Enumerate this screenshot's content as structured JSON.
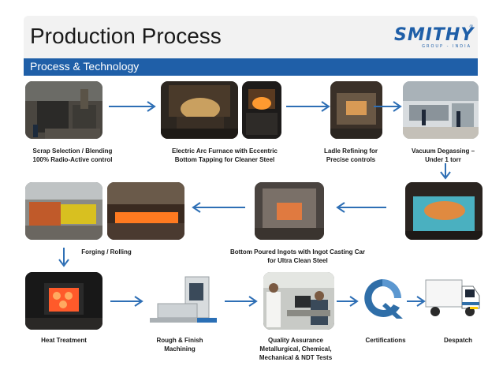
{
  "header": {
    "title": "Production Process",
    "logo_text": "SMITHY",
    "logo_sub": "GROUP - INDIA",
    "logo_reg": "®"
  },
  "section": {
    "title": "Process & Technology"
  },
  "steps": {
    "scrap": {
      "line1": "Scrap Selection / Blending",
      "line2": "100% Radio-Active control"
    },
    "eaf": {
      "line1": "Electric Arc Furnace with Eccentric",
      "line2": "Bottom Tapping for Cleaner Steel"
    },
    "ladle": {
      "line1": "Ladle Refining for",
      "line2": "Precise controls"
    },
    "vacuum": {
      "line1": "Vacuum Degassing –",
      "line2": "Under 1 torr"
    },
    "forging": {
      "line1": "Forging / Rolling"
    },
    "ingots": {
      "line1": "Bottom Poured Ingots with Ingot Casting Car",
      "line2": "for Ultra Clean Steel"
    },
    "heat": {
      "line1": "Heat Treatment"
    },
    "machining": {
      "line1": "Rough & Finish",
      "line2": "Machining"
    },
    "qa": {
      "line1": "Quality Assurance",
      "line2": "Metallurgical, Chemical,",
      "line3": "Mechanical & NDT Tests"
    },
    "cert": {
      "line1": "Certifications"
    },
    "despatch": {
      "line1": "Despatch"
    }
  },
  "colors": {
    "brand": "#1f5fa8",
    "arrow": "#2e6fb5",
    "header_bg": "#f2f2f2"
  },
  "icons": {
    "certification": "q-certification-icon",
    "truck": "truck-icon",
    "machine": "cnc-machine-icon"
  }
}
